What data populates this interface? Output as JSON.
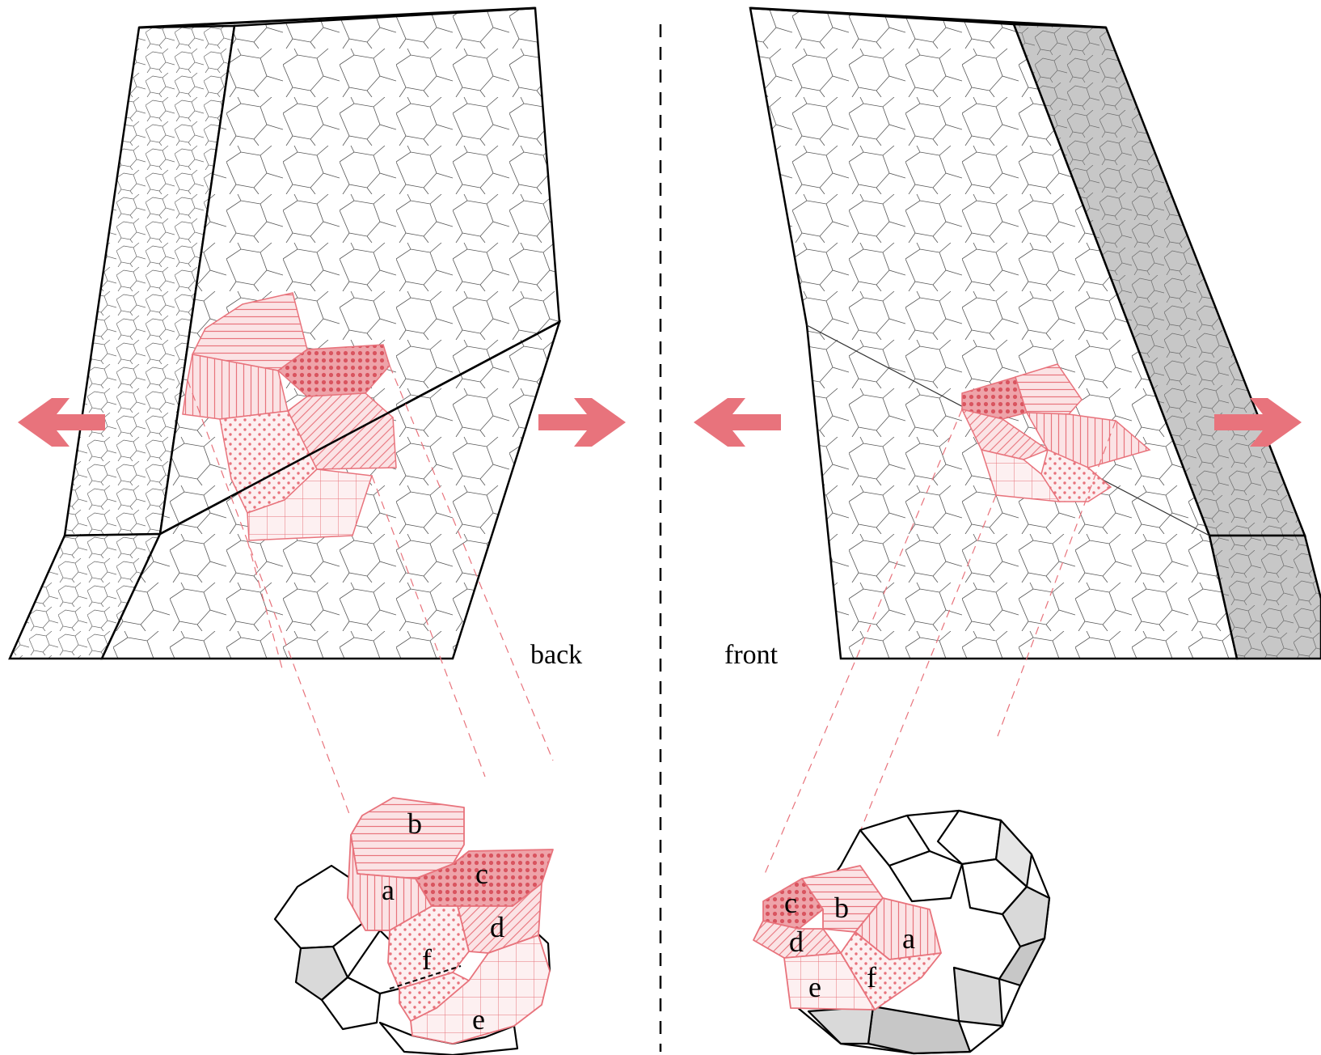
{
  "labels": {
    "back": "back",
    "front": "front"
  },
  "grains_back": {
    "a": "a",
    "b": "b",
    "c": "c",
    "d": "d",
    "e": "e",
    "f": "f"
  },
  "grains_front": {
    "a": "a",
    "b": "b",
    "c": "c",
    "d": "d",
    "e": "e",
    "f": "f"
  },
  "colors": {
    "accent": "#e8737c",
    "accent_fill": "#fbe3e5",
    "line": "#000000",
    "shaded_face": "#c7c7c7",
    "fragment_shade": "#d9d9d9"
  },
  "icons": [
    "left-arrow-icon",
    "right-arrow-icon"
  ]
}
